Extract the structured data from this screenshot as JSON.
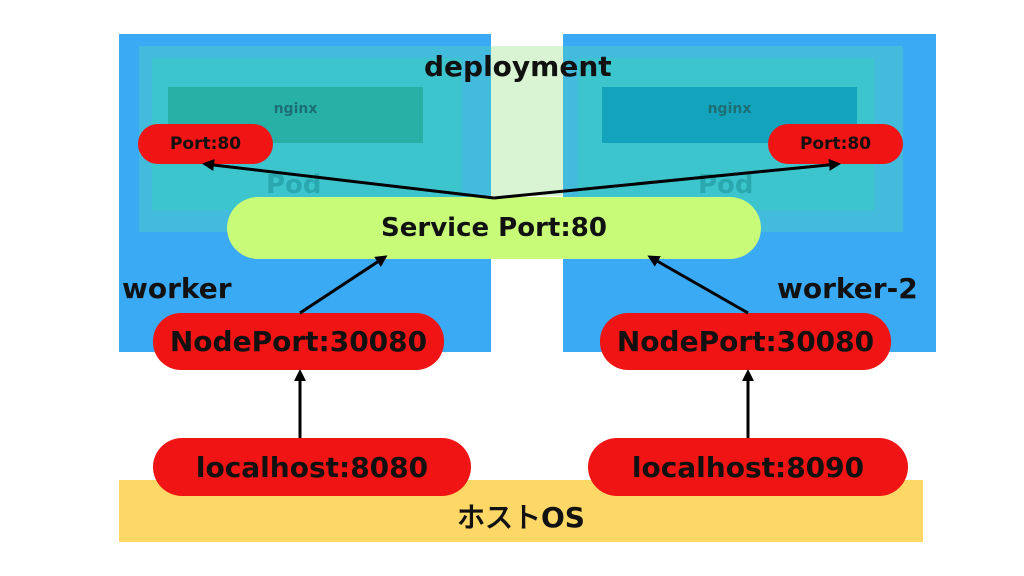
{
  "deployment_label": "deployment",
  "workers": [
    {
      "name": "worker",
      "pod": {
        "container": "nginx",
        "label": "Pod",
        "port": "Port:80"
      },
      "nodeport": "NodePort:30080",
      "localhost": "localhost:8080"
    },
    {
      "name": "worker-2",
      "pod": {
        "container": "nginx",
        "label": "Pod",
        "port": "Port:80"
      },
      "nodeport": "NodePort:30080",
      "localhost": "localhost:8090"
    }
  ],
  "service": "Service Port:80",
  "host_os": "ホストOS",
  "colors": {
    "worker": "#3aaaf5",
    "pod": "#3cc8c8",
    "service": "#c8fb78",
    "port_pill": "#f01414",
    "host": "#fdd866"
  }
}
